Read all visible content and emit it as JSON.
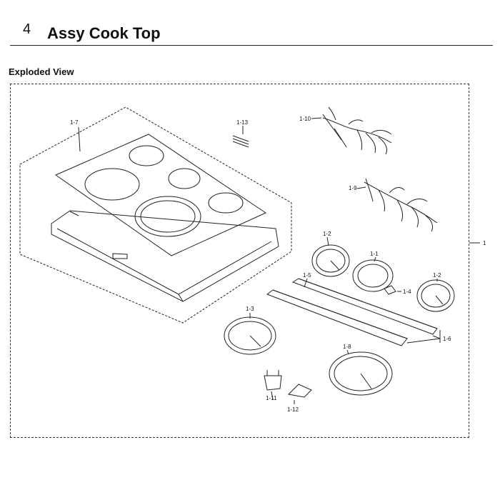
{
  "header": {
    "section_number": "4",
    "section_title": "Assy Cook Top"
  },
  "view_title": "Exploded View",
  "callouts": {
    "c1": "1",
    "c1_1": "1-1",
    "c1_2a": "1-2",
    "c1_2b": "1-2",
    "c1_3": "1-3",
    "c1_4": "1-4",
    "c1_5": "1-5",
    "c1_6": "1-6",
    "c1_7": "1-7",
    "c1_8": "1-8",
    "c1_9": "1-9",
    "c1_10": "1-10",
    "c1_11": "1-11",
    "c1_12": "1-12",
    "c1_13": "1-13"
  }
}
